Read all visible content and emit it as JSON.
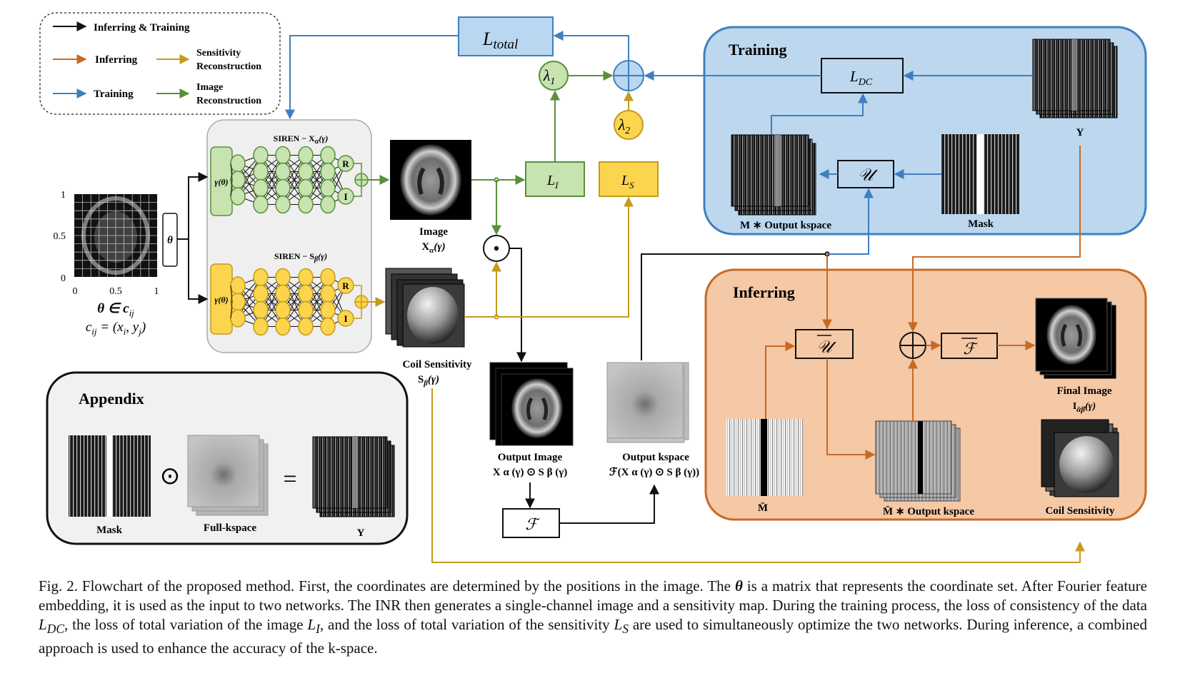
{
  "legend": {
    "items": [
      {
        "label": "Inferring & Training",
        "color": "#111111"
      },
      {
        "label": "Inferring",
        "color": "#c86a24"
      },
      {
        "label": "Training",
        "color": "#3f7fbf"
      },
      {
        "label_lines": [
          "Sensitivity",
          "Reconstruction"
        ],
        "color": "#c49a1d"
      },
      {
        "label_lines": [
          "Image",
          "Reconstruction"
        ],
        "color": "#5a8f3a"
      }
    ]
  },
  "colors": {
    "black": "#111111",
    "inferring": "#c86a24",
    "training": "#3f7fbf",
    "sensitivity": "#c49a1d",
    "image_recon": "#5a8f3a",
    "training_panel": "#bcd7ee",
    "inferring_panel": "#f5c8a6",
    "green_fill": "#c6e3b0",
    "yellow_fill": "#fbd54d",
    "blue_fill": "#b9d7f0"
  },
  "coord_plot": {
    "y_ticks": [
      "1",
      "0.5",
      "0"
    ],
    "x_ticks": [
      "0",
      "0.5",
      "1"
    ],
    "theta_label": "θ",
    "theta_set": "θ ∈ c",
    "theta_set_sub": "ij",
    "cij_label": "c",
    "cij_sub": "ij",
    "cij_eq": "= (x",
    "cij_xi_sub": "i",
    "cij_mid": ", y",
    "cij_yj_sub": "j",
    "cij_close": ")"
  },
  "networks": {
    "siren_a_title": "SIREN − X",
    "siren_a_sub": "α",
    "siren_a_arg": "(γ)",
    "siren_b_title": "SIREN − S",
    "siren_b_sub": "β",
    "siren_b_arg": "(γ)",
    "gamma_label": "γ(θ)",
    "r_label": "R",
    "i_label": "I"
  },
  "blocks": {
    "l_total": "L",
    "l_total_sub": "total",
    "lambda1": "λ",
    "lambda1_sub": "1",
    "lambda2": "λ",
    "lambda2_sub": "2",
    "l_i": "L",
    "l_i_sub": "I",
    "l_s": "L",
    "l_s_sub": "S",
    "l_dc": "L",
    "l_dc_sub": "DC",
    "u_op": "𝒰",
    "u_bar_op": "𝒰",
    "f_op": "ℱ",
    "f_bar_op": "ℱ",
    "odot": "⊙",
    "equals": "="
  },
  "images": {
    "image_label": "Image",
    "image_sub": "X",
    "image_sub_a": "α",
    "image_sub_arg": "(γ)",
    "coil_label": "Coil Sensitivity",
    "coil_sub": "S",
    "coil_sub_b": "β",
    "coil_sub_arg": "(γ)",
    "output_image_label": "Output Image",
    "output_image_formula": "X α (γ) ⊙ S β (γ)",
    "output_kspace_label": "Output kspace",
    "output_kspace_formula": "ℱ(X α (γ) ⊙ S β (γ))"
  },
  "training": {
    "title": "Training",
    "y_label": "Y",
    "m_output": "M ∗ Output kspace",
    "mask": "Mask"
  },
  "inferring": {
    "title": "Inferring",
    "final_image": "Final Image",
    "final_image_sub": "I",
    "final_image_sub2": "ᾱβ̄",
    "final_image_arg": "(γ)",
    "m_bar": "M̄",
    "m_bar_output": "M̄ ∗ Output kspace",
    "coil": "Coil Sensitivity"
  },
  "appendix": {
    "title": "Appendix",
    "mask": "Mask",
    "full_kspace": "Full-kspace",
    "y": "Y"
  },
  "caption": {
    "p1": "Fig. 2.  Flowchart of the proposed method. First, the coordinates are determined by the positions in the image. The ",
    "theta": "θ",
    "p2": " is a matrix that represents the coordinate set. After Fourier feature embedding, it is used as the input to two networks. The INR then generates a single-channel image and a sensitivity map. During the training process, the loss of consistency of the data ",
    "ldc": "L",
    "ldc_sub": "DC",
    "p3": ", the loss of total variation of the image ",
    "li": "L",
    "li_sub": "I",
    "p4": ", and the loss of total variation of the sensitivity ",
    "ls": "L",
    "ls_sub": "S",
    "p5": " are used to simultaneously optimize the two networks. During inference, a combined approach is used to enhance the accuracy of the k-space."
  }
}
